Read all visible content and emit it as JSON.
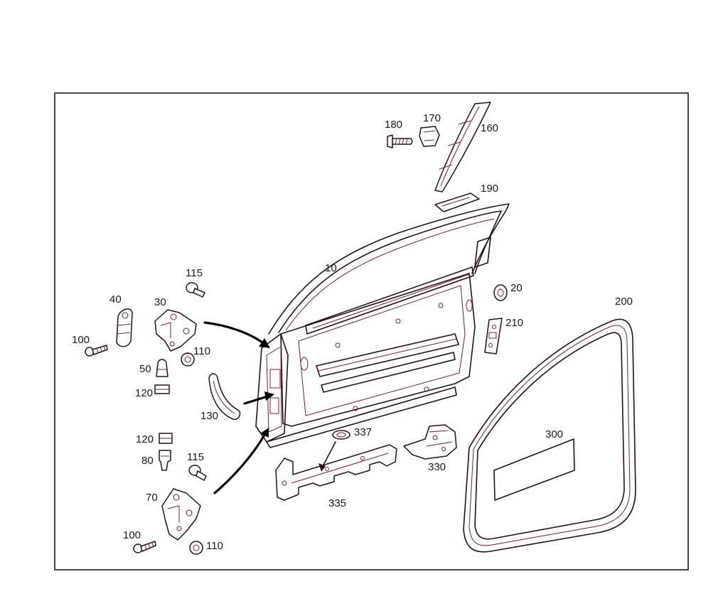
{
  "diagram": {
    "part_labels": {
      "p10": "10",
      "p20": "20",
      "p30": "30",
      "p40": "40",
      "p50": "50",
      "p70": "70",
      "p80": "80",
      "p100a": "100",
      "p100b": "100",
      "p110a": "110",
      "p110b": "110",
      "p115a": "115",
      "p115b": "115",
      "p120a": "120",
      "p120b": "120",
      "p130": "130",
      "p160": "160",
      "p170": "170",
      "p180": "180",
      "p190": "190",
      "p200": "200",
      "p210": "210",
      "p300": "300",
      "p330": "330",
      "p335": "335",
      "p337": "337"
    },
    "colors": {
      "line": "#2a1015",
      "accent": "#7a1c2c",
      "frame": "#1a1a1a",
      "background": "#ffffff"
    }
  }
}
